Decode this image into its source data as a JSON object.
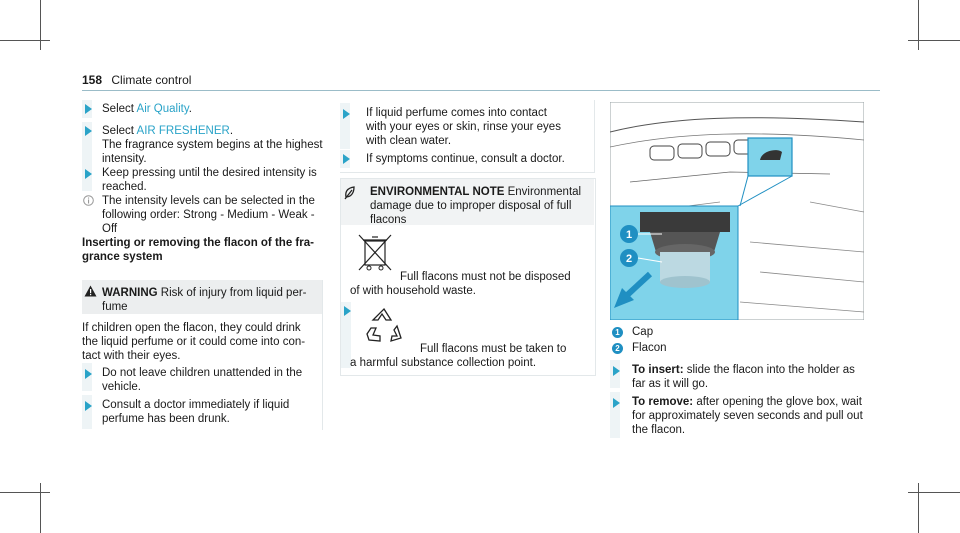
{
  "header": {
    "page_number": "158",
    "section": "Climate control"
  },
  "col1": {
    "step1_prefix": "Select ",
    "step1_link": "Air Quality",
    "step1_suffix": ".",
    "step2_prefix": "Select ",
    "step2_link": "AIR FRESHENER",
    "step2_suffix": ".",
    "step2_line2": "The fragrance system begins at the highest",
    "step2_line3": "intensity.",
    "step3_line1": "Keep pressing until the desired intensity is",
    "step3_line2": "reached.",
    "info_line1": "The intensity levels can be selected in the",
    "info_line2": "following order: Strong - Medium - Weak -",
    "info_line3": "Off",
    "heading_line1": "Inserting or removing the flacon of the fra-",
    "heading_line2": "grance system",
    "warning_title": "WARNING",
    "warning_line1": " Risk of injury from liquid per-",
    "warning_line2": "fume",
    "warning_body1": "If children open the flacon, they could drink",
    "warning_body2": "the liquid perfume or it could come into con-",
    "warning_body3": "tact with their eyes.",
    "w_step1_line1": "Do not leave children unattended in the",
    "w_step1_line2": "vehicle.",
    "w_step2_line1": "Consult a doctor immediately if liquid",
    "w_step2_line2": "perfume has been drunk."
  },
  "col2": {
    "step1_line1": "If liquid perfume comes into contact",
    "step1_line2": "with your eyes or skin, rinse your eyes",
    "step1_line3": "with clean water.",
    "step2_line1": "If symptoms continue, consult a doctor.",
    "env_title": "ENVIRONMENTAL NOTE",
    "env_line1": " Environmental",
    "env_line2": "damage due to improper disposal of full",
    "env_line3": "flacons",
    "env_p1_line1": "Full flacons must not be disposed",
    "env_p1_line2": "of with household waste.",
    "env_p2_line1": "Full flacons must be taken to",
    "env_p2_line2": "a harmful substance collection point."
  },
  "col3": {
    "callout1_num": "1",
    "callout1_label": "Cap",
    "callout2_num": "2",
    "callout2_label": "Flacon",
    "insert_title": "To insert:",
    "insert_line1": " slide the flacon into the holder as",
    "insert_line2": "far as it will go.",
    "remove_title": "To remove:",
    "remove_line1": " after opening the glove box, wait",
    "remove_line2": "for approximately seven seconds and pull out",
    "remove_line3": "the flacon."
  },
  "colors": {
    "accent": "#2aa3c8",
    "callout": "#1f8fc2",
    "highlight": "#7fd3ea"
  },
  "icons": {
    "step": "triangle-arrow-icon",
    "info": "info-icon",
    "warning": "warning-triangle-icon",
    "environment": "leaf-icon",
    "no_bin": "crossed-bin-icon",
    "recycle": "recycle-icon"
  }
}
